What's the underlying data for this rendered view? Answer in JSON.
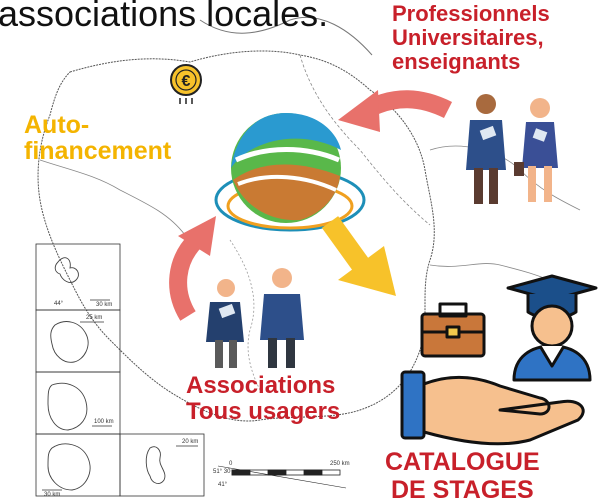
{
  "header": {
    "text": "associations locales."
  },
  "labels": {
    "professionals": [
      "Professionnels",
      "Universitaires,",
      "enseignants"
    ],
    "self_funding": [
      "Auto-",
      "financement"
    ],
    "associations": [
      "Associations",
      "Tous usagers"
    ],
    "catalogue": [
      "CATALOGUE",
      "DE STAGES"
    ]
  },
  "map": {
    "inset_scales": [
      "30 km",
      "25 km",
      "100 km",
      "20 km",
      "30 km"
    ],
    "scale_bar": {
      "left": "0",
      "right": "250 km"
    },
    "coords": [
      "51° 30",
      "41°",
      "44°"
    ]
  },
  "icons": {
    "coin": "euro-coin-icon",
    "logo": "globe-logo-icon",
    "professionals": "professionals-people-icon",
    "associations": "association-people-icon",
    "catalogue": "graduate-briefcase-hand-icon"
  },
  "colors": {
    "red_text": "#c8202a",
    "yellow_text": "#f4b400",
    "red_arrow": "#e8716b",
    "yellow_arrow": "#f7c22a"
  }
}
